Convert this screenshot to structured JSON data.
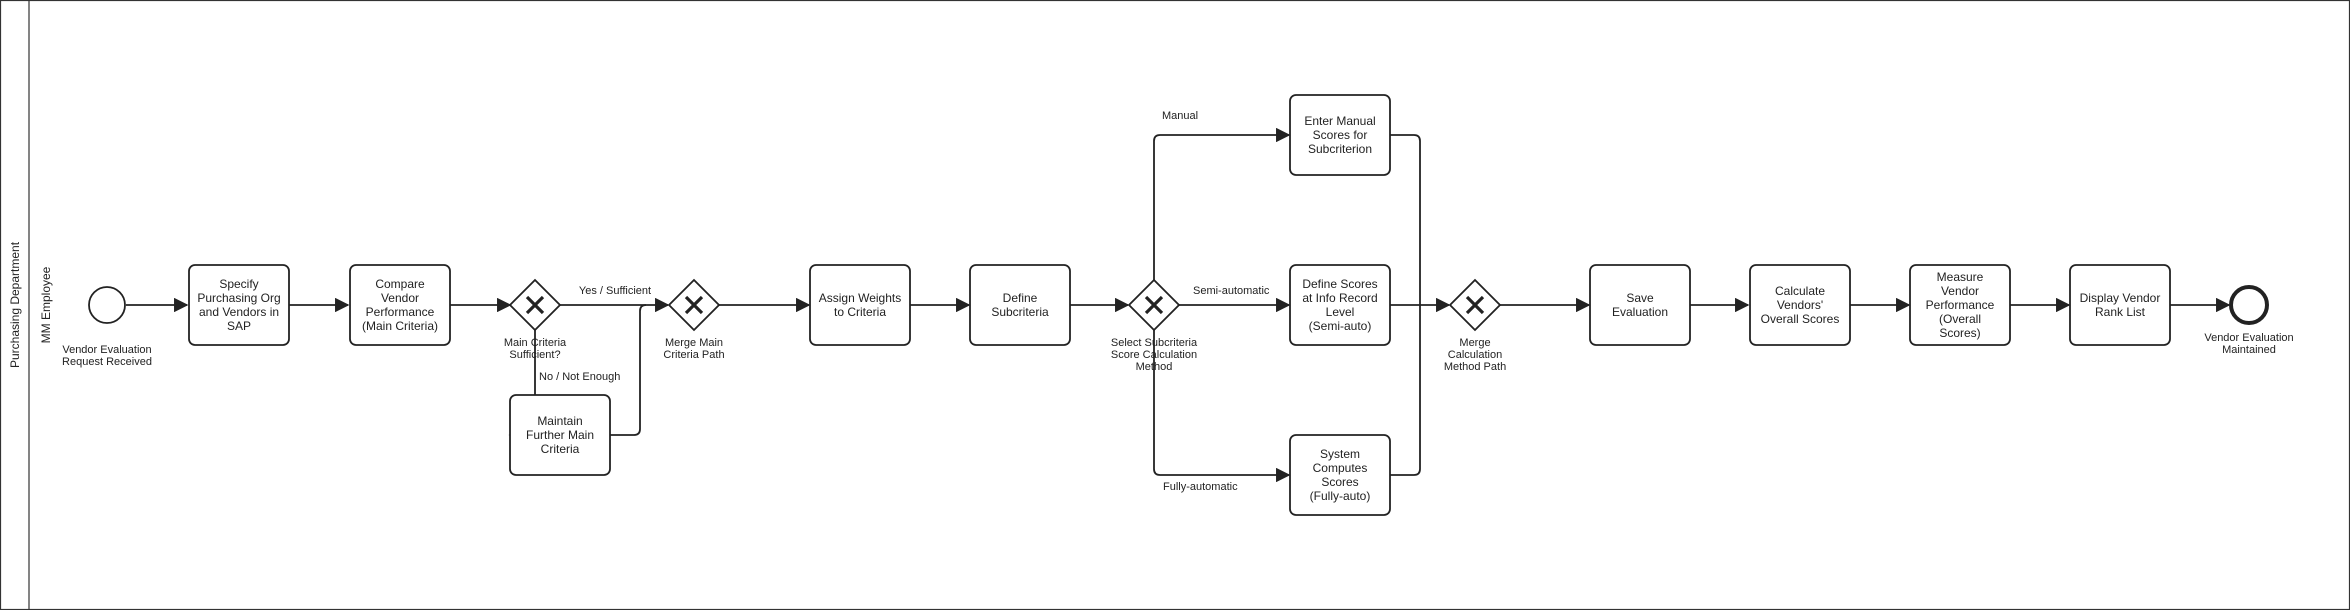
{
  "pool": {
    "label": "Purchasing Department"
  },
  "lane": {
    "label": "MM Employee"
  },
  "events": {
    "start": "Vendor Evaluation Request Received",
    "end": "Vendor Evaluation Maintained"
  },
  "tasks": {
    "specify": "Specify Purchasing Org and Vendors in SAP",
    "compare": "Compare Vendor Performance (Main Criteria)",
    "maintain": "Maintain Further Main Criteria",
    "assign": "Assign Weights to Criteria",
    "define_sub": "Define Subcriteria",
    "manual": "Enter Manual Scores for Subcriterion",
    "semi": "Define Scores at Info Record Level (Semi-auto)",
    "system": "System Computes Scores (Fully-auto)",
    "save": "Save Evaluation",
    "calculate": "Calculate Vendors' Overall Scores",
    "measure": "Measure Vendor Performance (Overall Scores)",
    "display": "Display Vendor Rank List"
  },
  "gateways": {
    "g1": "Main Criteria Sufficient?",
    "g2": "Merge Main Criteria Path",
    "g3": "Select Subcriteria Score Calculation Method",
    "g4": "Merge Calculation Method Path"
  },
  "flows": {
    "yes": "Yes / Sufficient",
    "no": "No / Not Enough",
    "manual": "Manual",
    "semi": "Semi-automatic",
    "fully": "Fully-automatic"
  }
}
